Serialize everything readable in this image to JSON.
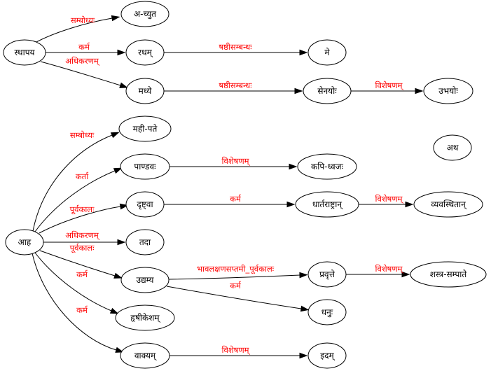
{
  "diagram": {
    "label_color": "#ff0000",
    "nodes": [
      {
        "id": "sthapaya",
        "label": "स्थापय"
      },
      {
        "id": "acyuta",
        "label": "अ-च्युत"
      },
      {
        "id": "ratham",
        "label": "रथम्"
      },
      {
        "id": "me",
        "label": "मे"
      },
      {
        "id": "madhye",
        "label": "मध्ये"
      },
      {
        "id": "senayoh",
        "label": "सेनयोः"
      },
      {
        "id": "ubhayoh",
        "label": "उभयोः"
      },
      {
        "id": "mahipate",
        "label": "मही-पते"
      },
      {
        "id": "atha",
        "label": "अथ"
      },
      {
        "id": "pandavah",
        "label": "पाण्डवः"
      },
      {
        "id": "kapidhvajah",
        "label": "कपि-ध्वजः"
      },
      {
        "id": "drishtva",
        "label": "दृष्ट्वा"
      },
      {
        "id": "dhartarashtran",
        "label": "धार्तराष्ट्रान्"
      },
      {
        "id": "vyavasthitan",
        "label": "व्यवस्थितान्"
      },
      {
        "id": "aha",
        "label": "आह"
      },
      {
        "id": "tada",
        "label": "तदा"
      },
      {
        "id": "udyamya",
        "label": "उद्यम्य"
      },
      {
        "id": "pravritte",
        "label": "प्रवृत्ते"
      },
      {
        "id": "shastrasampate",
        "label": "शस्त्र-सम्पाते"
      },
      {
        "id": "dhanuh",
        "label": "धनुः"
      },
      {
        "id": "hrishikesham",
        "label": "हृषीकेशम्"
      },
      {
        "id": "vakyam",
        "label": "वाक्यम्"
      },
      {
        "id": "idam",
        "label": "इदम्"
      }
    ],
    "edges": [
      {
        "from": "sthapaya",
        "to": "acyuta",
        "label": "सम्बोध्यः"
      },
      {
        "from": "sthapaya",
        "to": "ratham",
        "label": "कर्म"
      },
      {
        "from": "sthapaya",
        "to": "madhye",
        "label": "अधिकरणम्"
      },
      {
        "from": "ratham",
        "to": "me",
        "label": "षष्ठीसम्बन्धः"
      },
      {
        "from": "madhye",
        "to": "senayoh",
        "label": "षष्ठीसम्बन्धः"
      },
      {
        "from": "senayoh",
        "to": "ubhayoh",
        "label": "विशेषणम्"
      },
      {
        "from": "aha",
        "to": "mahipate",
        "label": "सम्बोध्यः"
      },
      {
        "from": "aha",
        "to": "pandavah",
        "label": "कर्ता"
      },
      {
        "from": "aha",
        "to": "drishtva",
        "label": "पूर्वकालः"
      },
      {
        "from": "aha",
        "to": "tada",
        "label": "अधिकरणम्"
      },
      {
        "from": "aha",
        "to": "udyamya",
        "label": "पूर्वकालः"
      },
      {
        "from": "aha",
        "to": "hrishikesham",
        "label": "कर्म"
      },
      {
        "from": "aha",
        "to": "vakyam",
        "label": "कर्म"
      },
      {
        "from": "pandavah",
        "to": "kapidhvajah",
        "label": "विशेषणम्"
      },
      {
        "from": "drishtva",
        "to": "dhartarashtran",
        "label": "कर्म"
      },
      {
        "from": "dhartarashtran",
        "to": "vyavasthitan",
        "label": "विशेषणम्"
      },
      {
        "from": "udyamya",
        "to": "pravritte",
        "label": "भावलक्षणसप्तमी_पूर्वकालः"
      },
      {
        "from": "udyamya",
        "to": "dhanuh",
        "label": "कर्म"
      },
      {
        "from": "pravritte",
        "to": "shastrasampate",
        "label": "विशेषणम्"
      },
      {
        "from": "vakyam",
        "to": "idam",
        "label": "विशेषणम्"
      }
    ]
  }
}
